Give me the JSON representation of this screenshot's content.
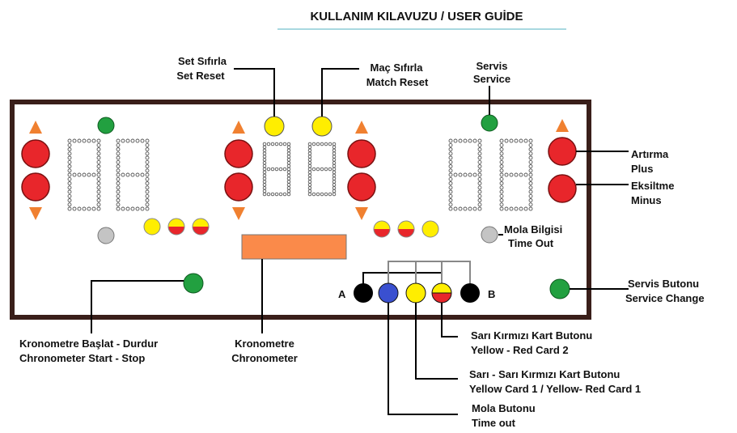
{
  "header": {
    "title": "KULLANIM KILAVUZU   /   USER GUİDE"
  },
  "labels": {
    "set_reset_tr": "Set Sıfırla",
    "set_reset_en": "Set Reset",
    "match_reset_tr": "Maç Sıfırla",
    "match_reset_en": "Match Reset",
    "service_tr": "Servis",
    "service_en": "Service",
    "plus_tr": "Artırma",
    "plus_en": "Plus",
    "minus_tr": "Eksiltme",
    "minus_en": "Minus",
    "timeout_info_tr": "Mola Bilgisi",
    "timeout_info_en": "Time Out",
    "service_change_tr": "Servis Butonu",
    "service_change_en": "Service Change",
    "chrono_ctrl_tr": "Kronometre Başlat - Durdur",
    "chrono_ctrl_en": "Chronometer Start - Stop",
    "chrono_tr": "Kronometre",
    "chrono_en": "Chronometer",
    "red_card_tr": "Sarı Kırmızı Kart Butonu",
    "red_card_en": "Yellow - Red Card 2",
    "yellow_card_tr": "Sarı - Sarı Kırmızı Kart Butonu",
    "yellow_card_en": "Yellow Card 1 / Yellow- Red Card 1",
    "timeout_btn_tr": "Mola Butonu",
    "timeout_btn_en": "Time out",
    "team_a": "A",
    "team_b": "B"
  },
  "colors": {
    "frame": "#3a1f1a",
    "button_red": "#e8262b",
    "button_green": "#22a040",
    "button_yellow": "#ffee00",
    "button_blue": "#3a50d0",
    "button_black": "#000000",
    "indicator_gray": "#c4c4c4",
    "arrow_orange": "#f08030",
    "chrono_orange": "#fa8a4a",
    "digit_dots": "#555555",
    "title_underline": "#a8d8e0"
  }
}
